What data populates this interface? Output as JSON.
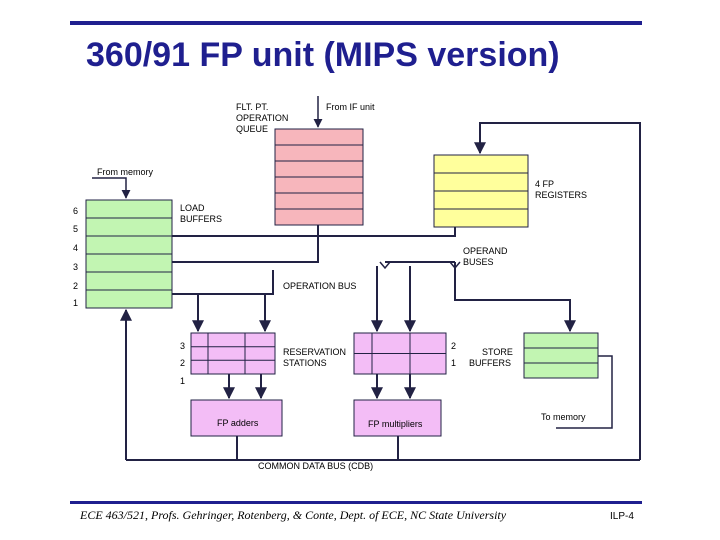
{
  "title": "360/91 FP unit (MIPS version)",
  "colors": {
    "title": "#1f1f8f",
    "queue_fill": "#f7b6bc",
    "registers_fill": "#ffff9c",
    "load_fill": "#c2f5b2",
    "station_fill": "#f3bdf6",
    "line": "#222244"
  },
  "labels": {
    "flt_pt_queue": [
      "FLT. PT.",
      "OPERATION",
      "QUEUE"
    ],
    "from_if_unit": "From IF unit",
    "from_memory": "From memory",
    "fp_registers": [
      "4 FP",
      "REGISTERS"
    ],
    "load_buffers": [
      "LOAD",
      "BUFFERS"
    ],
    "operand_buses": [
      "OPERAND",
      "BUSES"
    ],
    "operation_bus": "OPERATION BUS",
    "reservation_stations": [
      "RESERVATION",
      "STATIONS"
    ],
    "store_buffers": [
      "STORE",
      "BUFFERS"
    ],
    "to_memory": "To memory",
    "fp_adders": "FP adders",
    "fp_multipliers": "FP multipliers",
    "cdb": "COMMON DATA BUS (CDB)"
  },
  "load_buffer_numbers": [
    "6",
    "5",
    "4",
    "3",
    "2",
    "1"
  ],
  "adder_station_numbers": [
    "3",
    "2",
    "1"
  ],
  "mult_station_numbers": [
    "2",
    "1"
  ],
  "footer": "ECE 463/521, Profs. Gehringer, Rotenberg, & Conte, Dept. of ECE, NC State University",
  "slide_number": "ILP-4"
}
